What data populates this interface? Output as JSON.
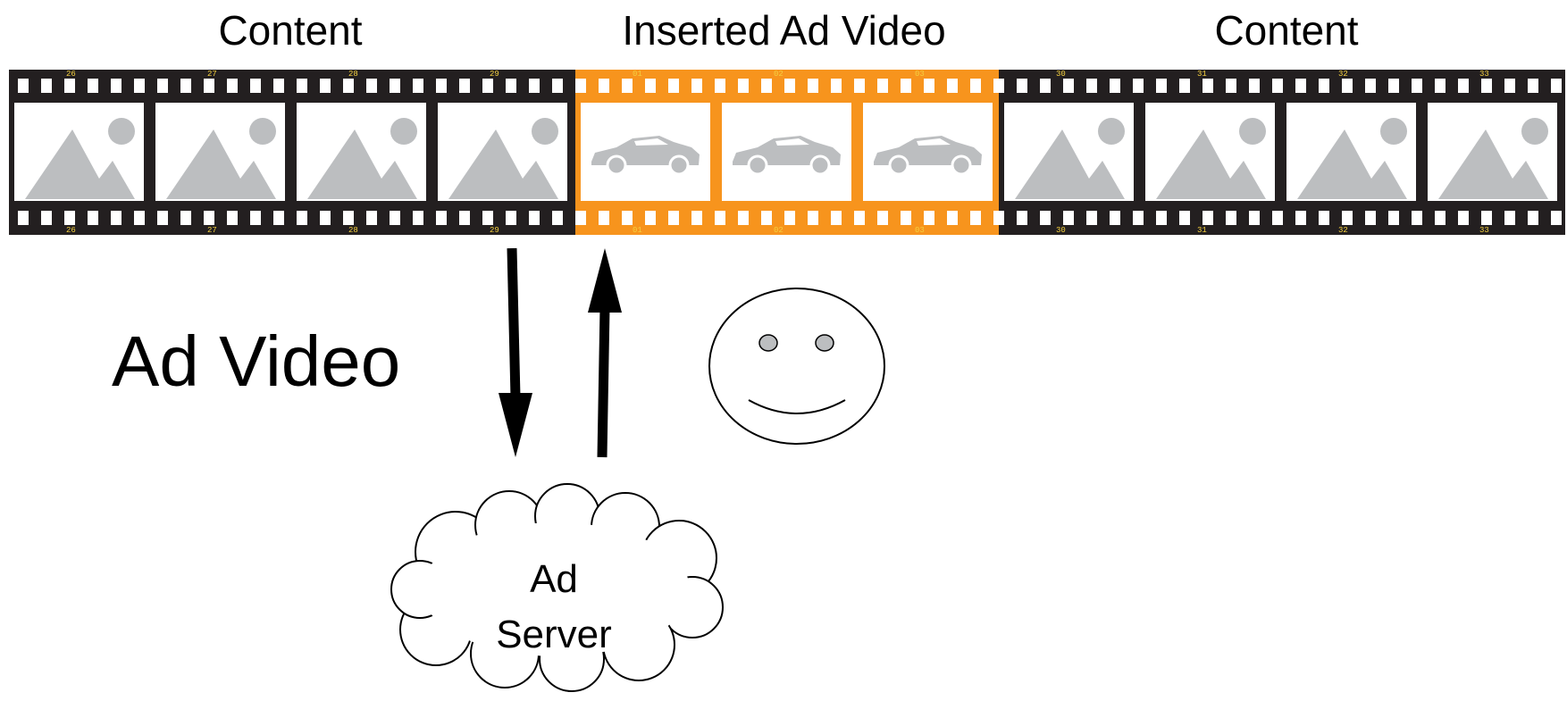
{
  "labels": {
    "content_left": "Content",
    "inserted_ad": "Inserted Ad Video",
    "content_right": "Content",
    "ad_video": "Ad Video",
    "ad_server_line1": "Ad",
    "ad_server_line2": "Server"
  },
  "filmstrip": {
    "content_frame_numbers_left": [
      "26",
      "27",
      "28",
      "29"
    ],
    "ad_frame_numbers": [
      "01",
      "02",
      "03"
    ],
    "content_frame_numbers_right": [
      "30",
      "31",
      "32",
      "33"
    ]
  },
  "colors": {
    "film_dark": "#231f20",
    "film_ad": "#f7941d",
    "placeholder": "#bcbec0",
    "frame_number": "#f4d03f"
  },
  "icons": {
    "content_frame": "image-placeholder-icon",
    "ad_frame": "car-icon",
    "viewer": "smiley-face-icon",
    "server": "cloud-icon"
  }
}
